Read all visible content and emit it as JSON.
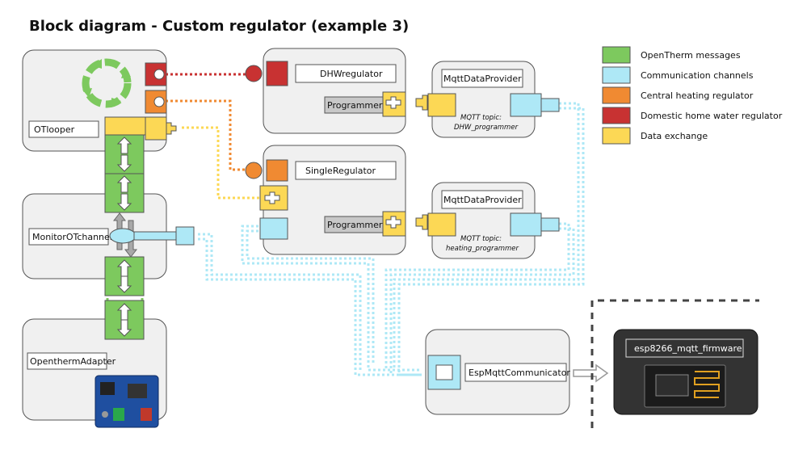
{
  "title": "Block diagram - Custom regulator (example 3)",
  "legend": [
    {
      "label": "OpenTherm messages",
      "color": "#7dc95e"
    },
    {
      "label": "Communication channels",
      "color": "#aee8f6"
    },
    {
      "label": "Central heating regulator",
      "color": "#f08a32"
    },
    {
      "label": "Domestic home water regulator",
      "color": "#c83232"
    },
    {
      "label": "Data exchange",
      "color": "#fcd855"
    }
  ],
  "blocks": {
    "otlooper": "OTlooper",
    "monitor": "MonitorOTchannel",
    "adapter": "OpenthermAdapter",
    "dhw": "DHWregulator",
    "single": "SingleRegulator",
    "provider_top": "MqttDataProvider",
    "provider_bottom": "MqttDataProvider",
    "communicator": "EspMqttCommunicator",
    "firmware": "esp8266_mqtt_firmware"
  },
  "programmer_labels": [
    "Programmer",
    "Programmer"
  ],
  "mqtt_topics": {
    "top_line1": "MQTT topic:",
    "top_line2": "DHW_programmer",
    "bottom_line1": "MQTT topic:",
    "bottom_line2": "heating_programmer"
  },
  "colors": {
    "block_bg": "#f0f0f0",
    "opentherm": "#7dc95e",
    "comm": "#aee8f6",
    "central": "#f08a32",
    "dhw": "#c83232",
    "data": "#fcd855",
    "firmware_bg": "#333333"
  },
  "icons": [
    "cycle-arrows-icon",
    "opentherm-board-icon",
    "esp8266-module-icon",
    "hollow-arrow-icon"
  ]
}
